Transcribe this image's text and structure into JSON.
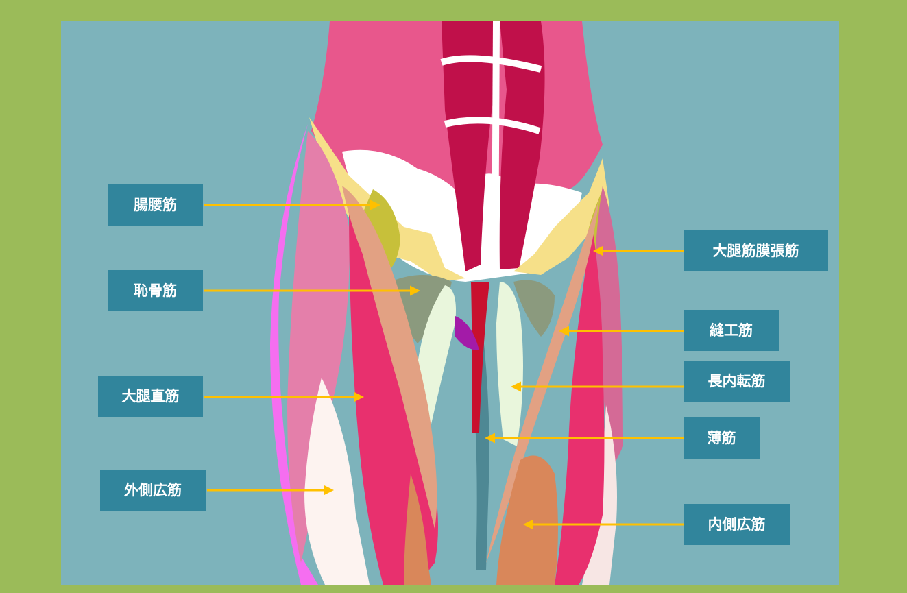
{
  "labels": {
    "iliopsoas": "腸腰筋",
    "pectineus": "恥骨筋",
    "rectus_femoris": "大腿直筋",
    "vastus_lateralis": "外側広筋",
    "tensor_fasciae_latae": "大腿筋膜張筋",
    "sartorius": "縫工筋",
    "adductor_longus": "長内転筋",
    "gracilis": "薄筋",
    "vastus_medialis": "内側広筋"
  },
  "colors": {
    "outer_background": "#9bbb59",
    "panel_background": "#7db3bb",
    "label_background": "#31859c",
    "label_text": "#ffffff",
    "arrow": "#ffc000",
    "abdominal_muscle": "#e8578c",
    "rectus_abdominis": "#c0104a",
    "rectus_femoris": "#e8306e",
    "sartorius": "#e2a183",
    "tensor_fasciae_latae": "#e47faa",
    "vastus_lateralis": "#fdf3f0",
    "vastus_medialis": "#d9875a",
    "iliopsoas": "#c7c03a",
    "pectineus": "#8b9a7e",
    "adductor_longus": "#e9f6dc",
    "bone": "#f6e089",
    "lateral_band": "#f56ef0"
  }
}
